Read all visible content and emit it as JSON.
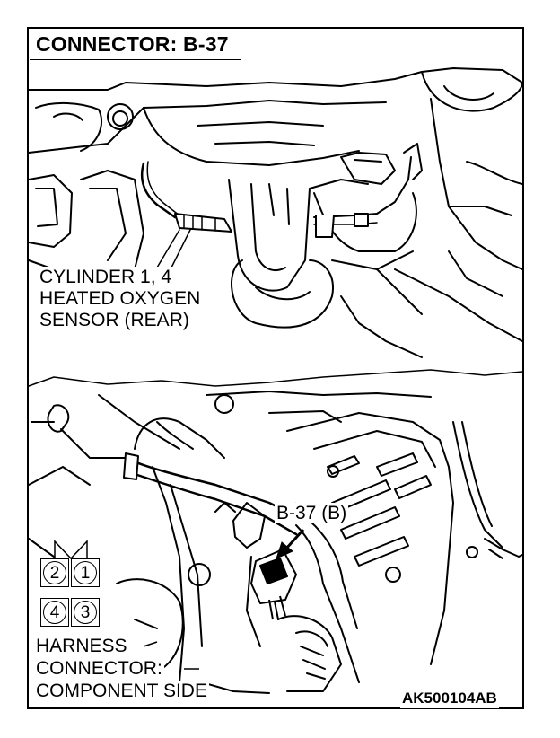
{
  "title": "CONNECTOR: B-37",
  "top_view": {
    "callout_lines": [
      "CYLINDER 1, 4",
      "HEATED OXYGEN",
      "SENSOR (REAR)"
    ]
  },
  "bottom_view": {
    "connector_label": "B-37 (B)",
    "pins": [
      "2",
      "1",
      "4",
      "3"
    ],
    "harness_lines": [
      "HARNESS",
      "CONNECTOR:",
      "COMPONENT SIDE"
    ]
  },
  "figure_code": "AK500104AB"
}
